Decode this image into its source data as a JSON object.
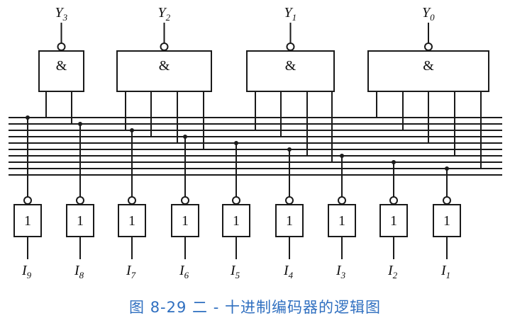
{
  "caption": "图 8-29   二 - 十进制编码器的逻辑图",
  "outputs": [
    {
      "letter": "Y",
      "sub": "3"
    },
    {
      "letter": "Y",
      "sub": "2"
    },
    {
      "letter": "Y",
      "sub": "1"
    },
    {
      "letter": "Y",
      "sub": "0"
    }
  ],
  "and_gate_symbol": "&",
  "not_gate_symbol": "1",
  "inputs": [
    {
      "letter": "I",
      "sub": "9"
    },
    {
      "letter": "I",
      "sub": "8"
    },
    {
      "letter": "I",
      "sub": "7"
    },
    {
      "letter": "I",
      "sub": "6"
    },
    {
      "letter": "I",
      "sub": "5"
    },
    {
      "letter": "I",
      "sub": "4"
    },
    {
      "letter": "I",
      "sub": "3"
    },
    {
      "letter": "I",
      "sub": "2"
    },
    {
      "letter": "I",
      "sub": "1"
    }
  ]
}
